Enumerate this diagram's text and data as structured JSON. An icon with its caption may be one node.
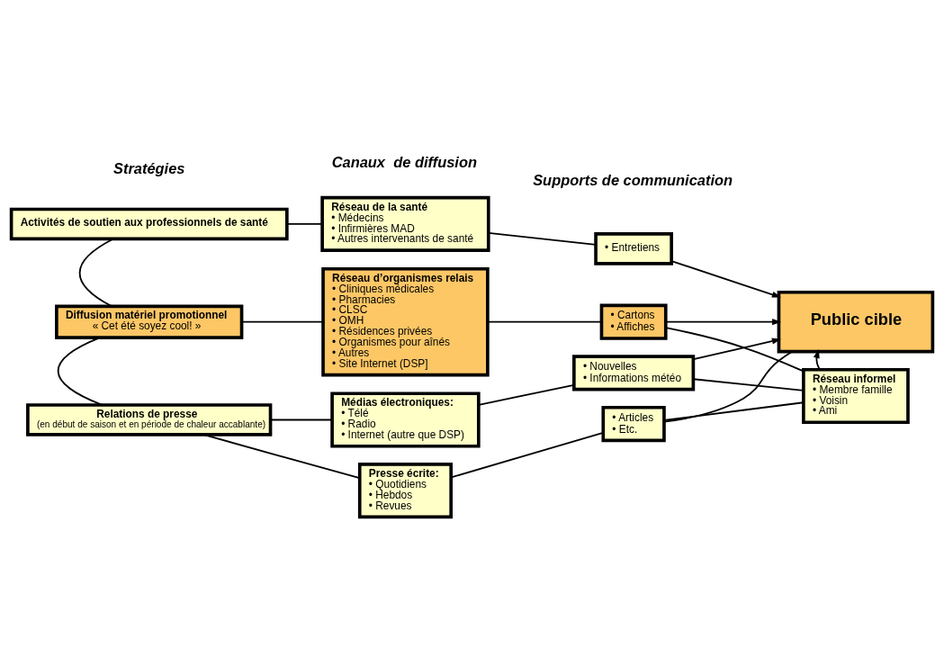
{
  "diagram": {
    "nodes": [
      {
        "text": [
          "Activités de soutien aux professionnels de santé"
        ]
      },
      {
        "text": [
          "Réseau de la santé",
          "• Médecins",
          "• Infirmières MAD",
          "• Autres intervenants de santé"
        ]
      },
      {
        "text": [
          "• Entretiens"
        ]
      },
      {
        "text": [
          "Diffusion matériel promotionnel",
          "« Cet été soyez cool! »"
        ]
      },
      {
        "text": [
          "Réseau d’organismes relais",
          "• Cliniques médicales",
          "• Pharmacies",
          "• CLSC",
          "• OMH",
          "• Résidences privées",
          "• Organismes pour aînés",
          "• Autres",
          "• Site Internet (DSP]"
        ]
      },
      {
        "text": [
          "• Cartons",
          "• Affiches"
        ]
      },
      {
        "text": [
          "Public cible"
        ]
      },
      {
        "text": [
          "Relations de presse",
          "(en début de saison et en période de chaleur accablante)"
        ]
      },
      {
        "text": [
          "Médias électroniques:",
          "• Télé",
          "• Radio",
          "• Internet (autre que DSP)"
        ]
      },
      {
        "text": [
          "• Nouvelles",
          "• Informations météo"
        ]
      },
      {
        "text": [
          "Presse écrite:",
          "• Quotidiens",
          "• Hebdos",
          "• Revues"
        ]
      },
      {
        "text": [
          "• Articles",
          "• Etc."
        ]
      },
      {
        "text": [
          "Réseau informel",
          "• Membre famille",
          "• Voisin",
          "• Ami"
        ]
      }
    ],
    "edges": [
      {
        "from": 0,
        "to": 1,
        "arrow": "none"
      },
      {
        "from": 1,
        "to": 2,
        "arrow": "none"
      },
      {
        "from": 0,
        "to": 3,
        "arrow": "none"
      },
      {
        "from": 3,
        "to": 4,
        "arrow": "none"
      },
      {
        "from": 4,
        "to": 5,
        "arrow": "none"
      },
      {
        "from": 3,
        "to": 7,
        "arrow": "none"
      },
      {
        "from": 7,
        "to": 8,
        "arrow": "none"
      },
      {
        "from": 8,
        "to": 9,
        "arrow": "none"
      },
      {
        "from": 7,
        "to": 10,
        "arrow": "none"
      },
      {
        "from": 10,
        "to": 11,
        "arrow": "none"
      },
      {
        "from": 2,
        "to": 6,
        "arrow": "to"
      },
      {
        "from": 5,
        "to": 6,
        "arrow": "to"
      },
      {
        "from": 9,
        "to": 6,
        "arrow": "to"
      },
      {
        "from": 11,
        "to": 6,
        "arrow": "none"
      },
      {
        "from": 5,
        "to": 12,
        "arrow": "none"
      },
      {
        "from": 9,
        "to": 12,
        "arrow": "none"
      },
      {
        "from": 11,
        "to": 12,
        "arrow": "none"
      },
      {
        "from": 12,
        "to": 6,
        "arrow": "to"
      }
    ],
    "labels": [
      "Stratégies",
      "Canaux  de diffusion",
      "Supports de communication"
    ]
  }
}
